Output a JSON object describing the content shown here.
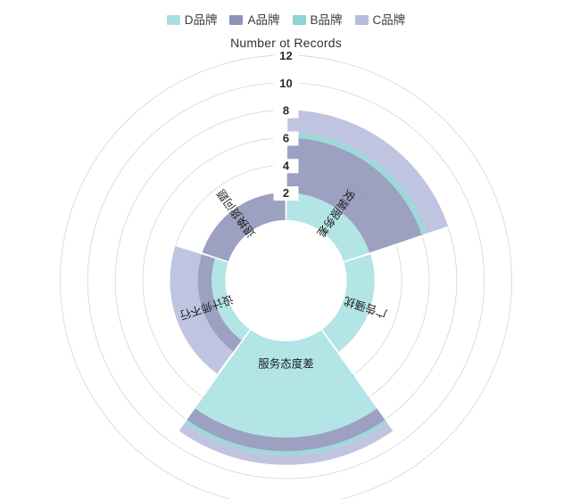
{
  "chart_title": "Number ot Records",
  "legend": {
    "position": "top",
    "items": [
      {
        "label": "D品牌",
        "color": "#a8e0e2"
      },
      {
        "label": "A品牌",
        "color": "#8e93b8"
      },
      {
        "label": "B品牌",
        "color": "#8fd4d4"
      },
      {
        "label": "C品牌",
        "color": "#b6bcdd"
      }
    ]
  },
  "chart_data": {
    "type": "bar",
    "subtype": "stacked-polar-rose",
    "title": "Number ot Records",
    "xlabel": "",
    "ylabel": "Number ot Records",
    "grid": true,
    "legend_position": "top",
    "rlim": [
      0,
      12
    ],
    "r_ticks": [
      2,
      4,
      6,
      8,
      10,
      12
    ],
    "r_tick_labels": [
      "2",
      "4",
      "6",
      "8",
      "10",
      "12"
    ],
    "categories": [
      "安装服务差",
      "广告骚扰",
      "服务态度差",
      "设计师不行",
      "退换货问题"
    ],
    "series": [
      {
        "name": "D品牌",
        "color": "#a8e0e2",
        "values": [
          2,
          2,
          7,
          1,
          0
        ]
      },
      {
        "name": "A品牌",
        "color": "#8e93b8",
        "values": [
          4,
          0,
          1,
          1,
          2
        ]
      },
      {
        "name": "B品牌",
        "color": "#8fd4d4",
        "values": [
          0.4,
          0,
          0.3,
          0,
          0
        ]
      },
      {
        "name": "C品牌",
        "color": "#b6bcdd",
        "values": [
          1.6,
          0,
          0.7,
          2,
          0
        ]
      }
    ],
    "totals": [
      8,
      2,
      9,
      4,
      2
    ]
  },
  "axis": {
    "tick_values": [
      "12",
      "10",
      "8",
      "6",
      "4",
      "2"
    ]
  },
  "category_labels": [
    {
      "text": "安装服务差"
    },
    {
      "text": "广告骚扰"
    },
    {
      "text": "服务态度差"
    },
    {
      "text": "设计师不行"
    },
    {
      "text": "退换货问题"
    }
  ]
}
